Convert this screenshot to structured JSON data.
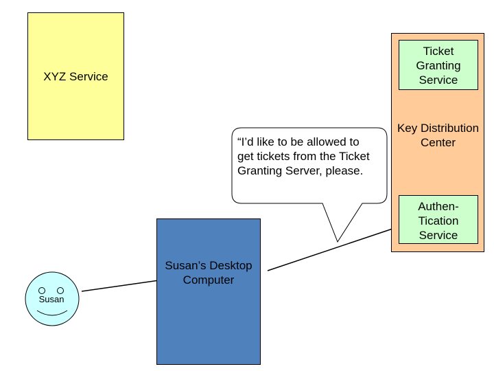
{
  "xyz_service": {
    "label": "XYZ Service"
  },
  "kdc": {
    "label": "Key Distribution Center",
    "ticket_granting_service": "Ticket Granting Service",
    "authentication_service": "Authen-Tication Service"
  },
  "desktop": {
    "label": "Susan’s Desktop Computer"
  },
  "susan": {
    "label": "Susan"
  },
  "speech_bubble": {
    "text": "“I’d like to be allowed to get tickets from the Ticket Granting Server, please."
  }
}
